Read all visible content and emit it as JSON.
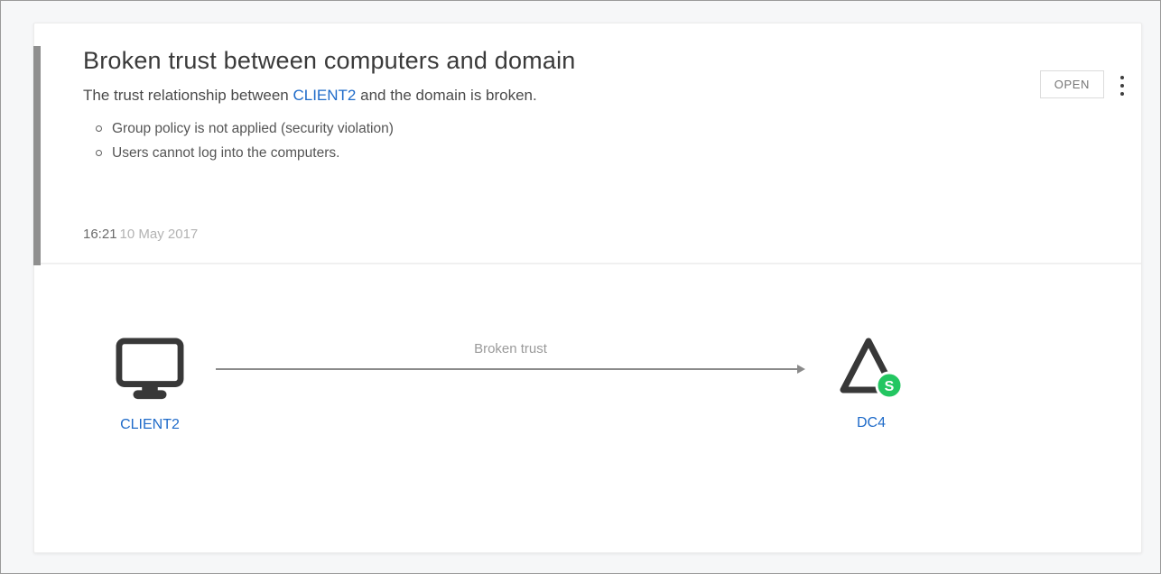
{
  "alert_card": {
    "title": "Broken trust between computers and domain",
    "description": {
      "prefix": "The trust relationship between ",
      "entity": "CLIENT2",
      "suffix": " and the domain is broken."
    },
    "bullets": [
      "Group policy is not applied (security violation)",
      "Users cannot log into the computers."
    ],
    "timestamp": {
      "time": "16:21",
      "date": "10 May 2017"
    },
    "actions": {
      "open_label": "OPEN",
      "menu_icon": "kebab-menu-icon"
    },
    "accent_color": "#8f8f8f"
  },
  "diagram": {
    "source_node": {
      "label": "CLIENT2",
      "icon": "computer-icon"
    },
    "edge": {
      "label": "Broken trust",
      "direction": "right"
    },
    "target_node": {
      "label": "DC4",
      "icon": "domain-controller-triangle-icon",
      "badge": "S",
      "badge_color": "#23c661"
    }
  },
  "colors": {
    "link": "#1f6bc9",
    "icon_dark": "#383838",
    "arrow": "#8a8a8a",
    "frame_border": "#9a9a9a",
    "page_background": "#f6f7f8"
  }
}
